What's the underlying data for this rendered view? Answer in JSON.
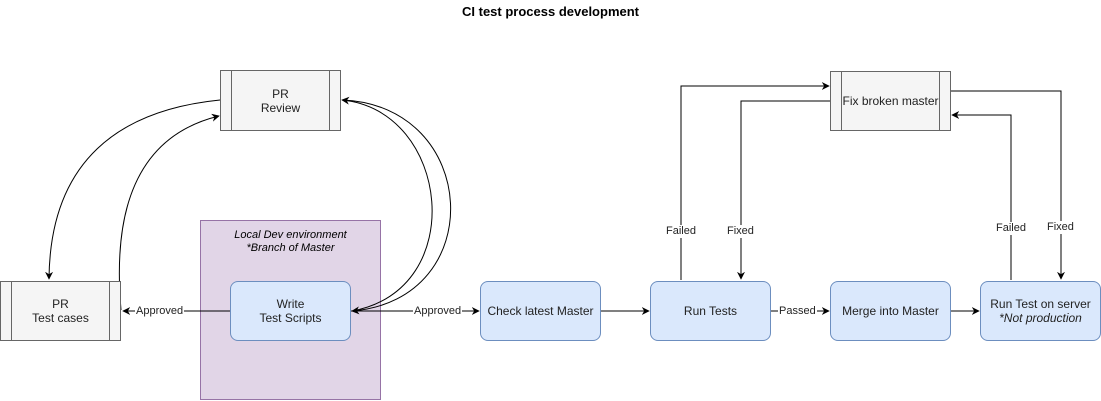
{
  "title": "CI test process development",
  "nodes": {
    "pr_review": [
      "PR",
      "Review"
    ],
    "pr_test_cases": [
      "PR",
      "Test cases"
    ],
    "local_dev": [
      "Local Dev environment",
      "*Branch of Master"
    ],
    "write_scripts": [
      "Write",
      "Test Scripts"
    ],
    "check_master": "Check latest Master",
    "run_tests": "Run Tests",
    "fix_master": "Fix broken master",
    "merge_master": "Merge into Master",
    "run_server": [
      "Run Test on server",
      "*Not production"
    ]
  },
  "edge_labels": {
    "approved_left": "Approved",
    "approved_right": "Approved",
    "failed_1": "Failed",
    "fixed_1": "Fixed",
    "passed": "Passed",
    "failed_2": "Failed",
    "fixed_2": "Fixed"
  },
  "colors": {
    "process_fill": "#f5f5f5",
    "process_stroke": "#666666",
    "rounded_fill": "#dae8fc",
    "rounded_stroke": "#6c8ebf",
    "group_fill": "#e1d5e7",
    "group_stroke": "#9673a6"
  }
}
